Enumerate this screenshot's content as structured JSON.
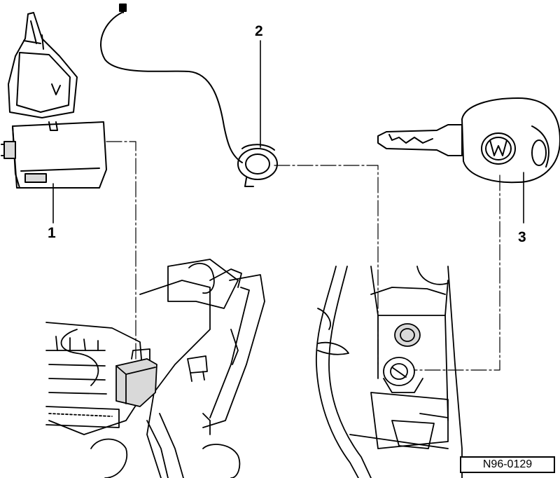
{
  "callouts": {
    "item1": "1",
    "item2": "2",
    "item3": "3"
  },
  "figure_ref": "N96-0129",
  "colors": {
    "ink": "#000000",
    "paper": "#ffffff",
    "shade": "#d9d9d9"
  }
}
